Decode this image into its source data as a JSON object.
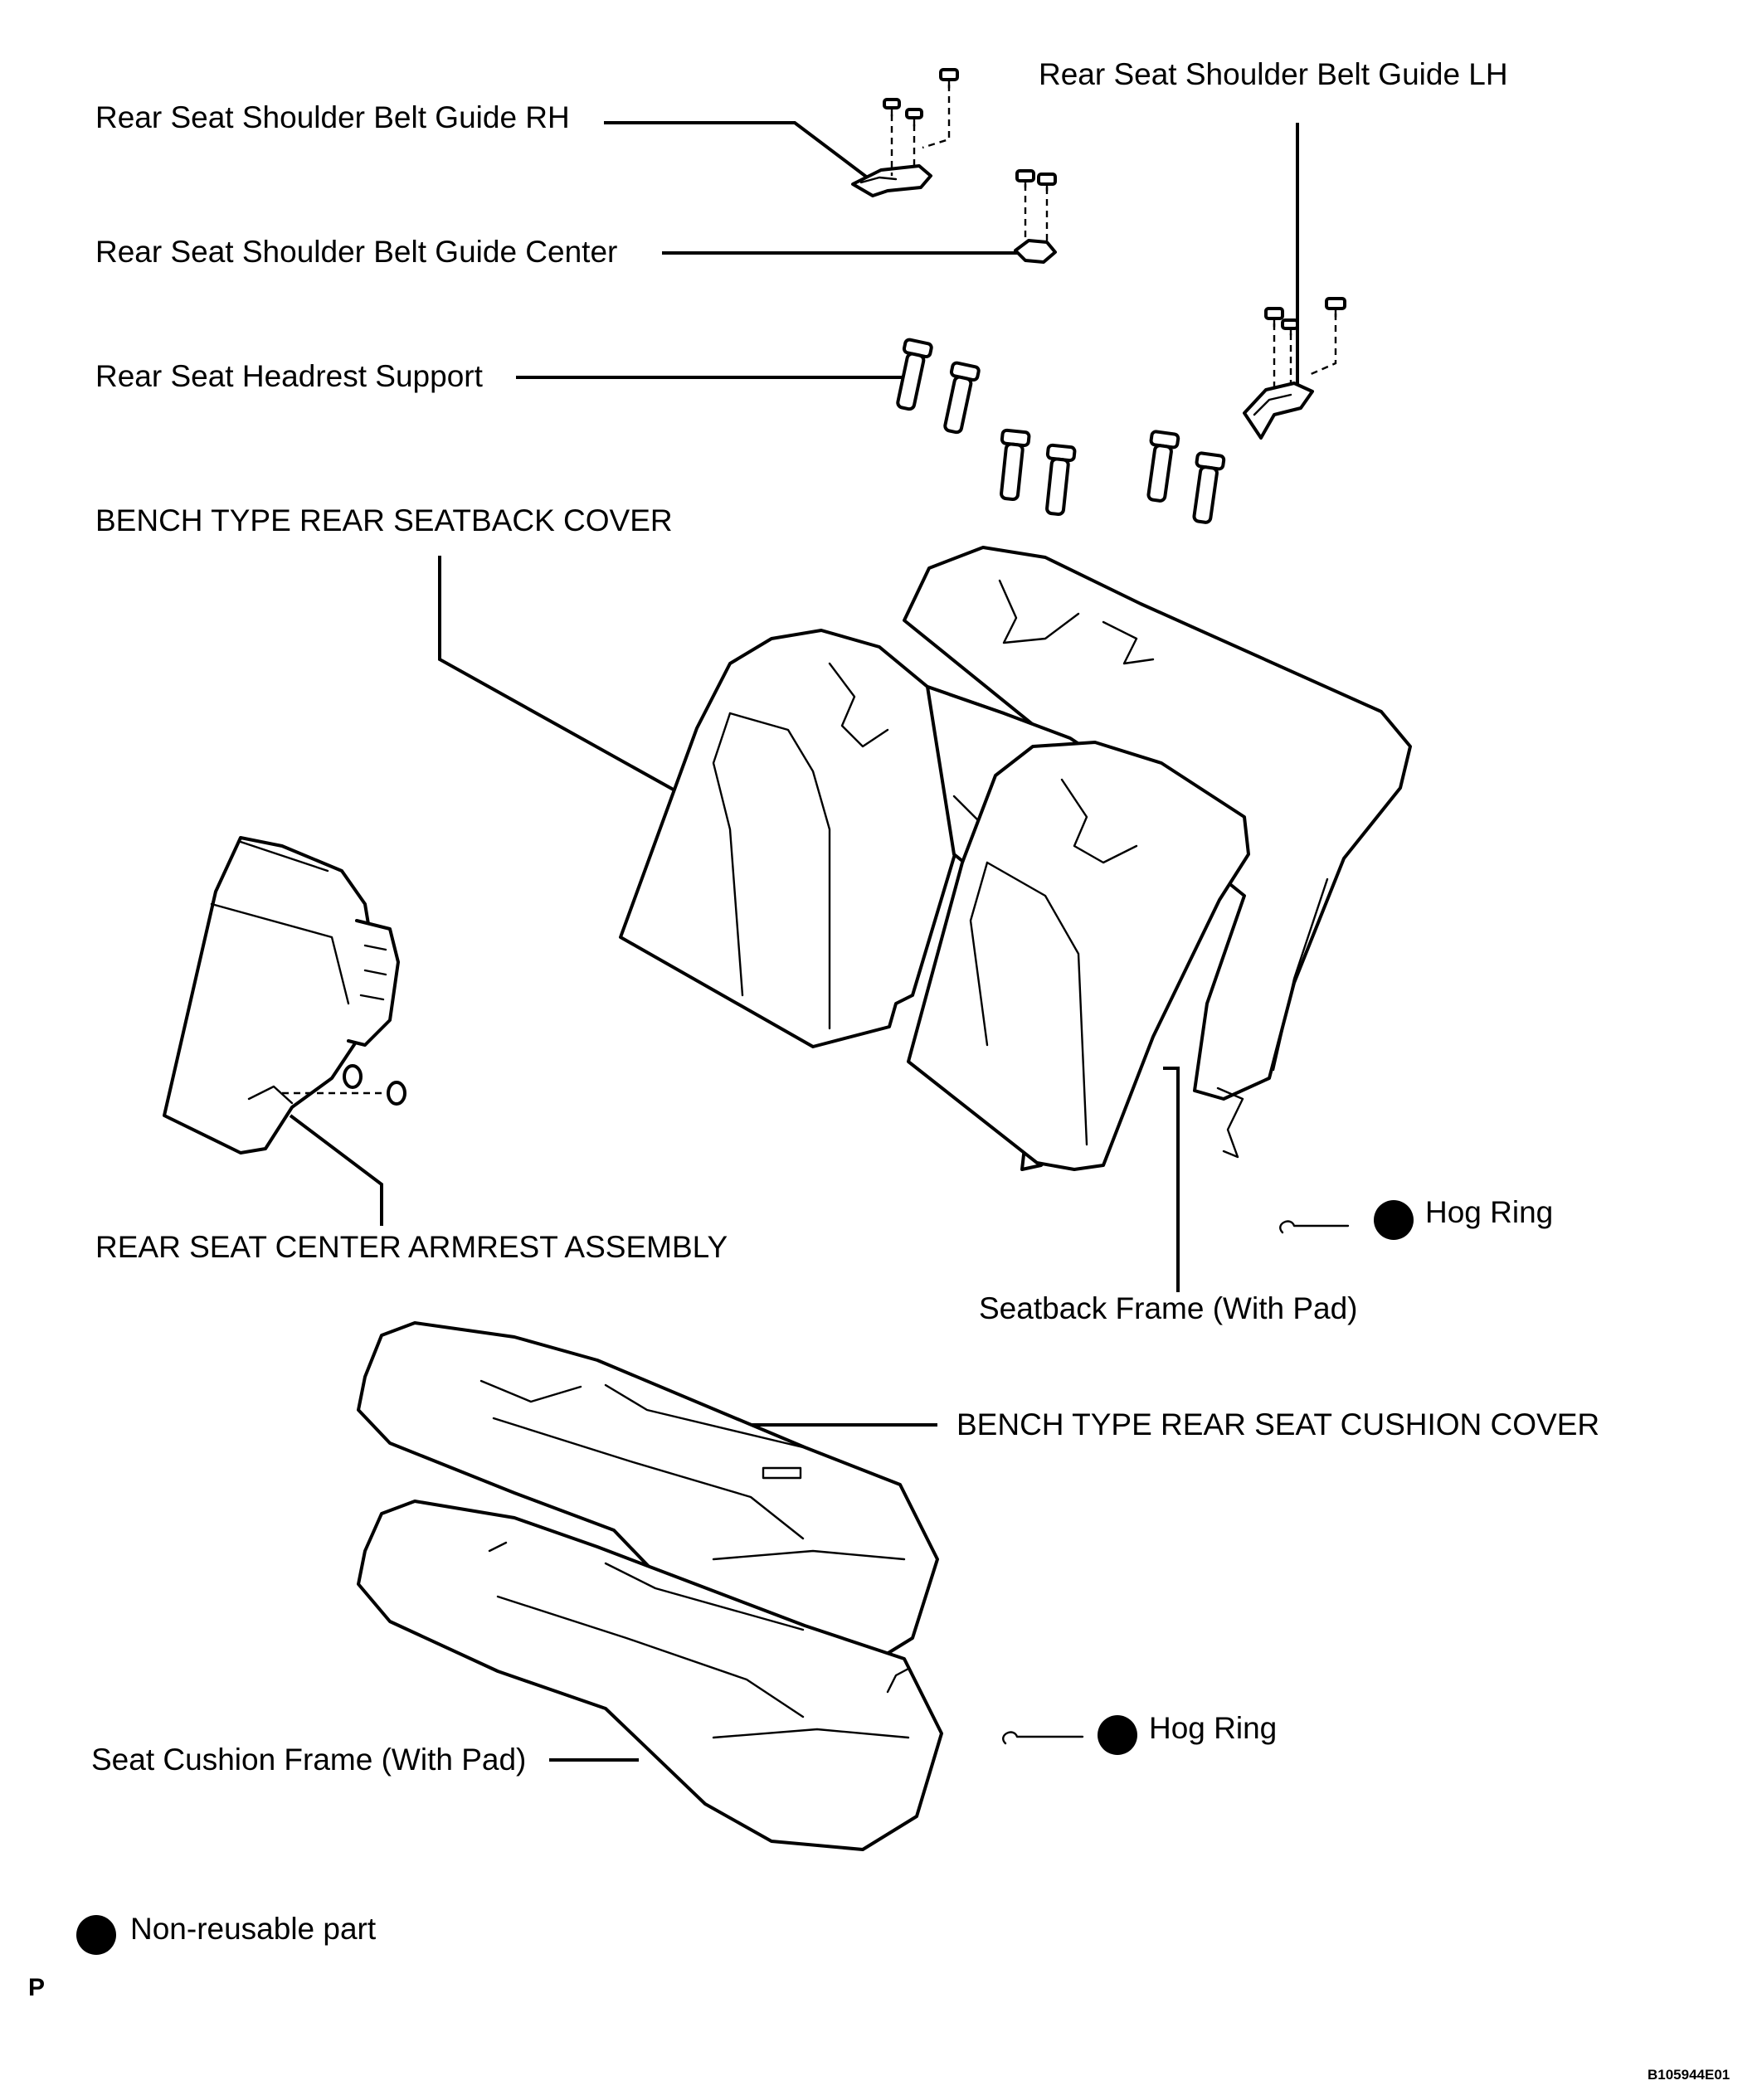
{
  "labels": {
    "belt_guide_rh": "Rear Seat Shoulder Belt Guide RH",
    "belt_guide_lh": "Rear Seat Shoulder Belt Guide LH",
    "belt_guide_center": "Rear Seat Shoulder Belt Guide Center",
    "headrest_support": "Rear Seat Headrest Support",
    "seatback_cover": "BENCH TYPE REAR SEATBACK COVER",
    "armrest_assembly": "REAR SEAT CENTER ARMREST ASSEMBLY",
    "seatback_frame": "Seatback Frame (With Pad)",
    "cushion_cover": "BENCH TYPE REAR SEAT CUSHION COVER",
    "cushion_frame": "Seat Cushion Frame (With Pad)",
    "hog_ring_upper": "Hog Ring",
    "hog_ring_lower": "Hog Ring",
    "legend_nonreusable": "Non-reusable part"
  },
  "page_marker": "P",
  "figure_ref": "B105944E01"
}
